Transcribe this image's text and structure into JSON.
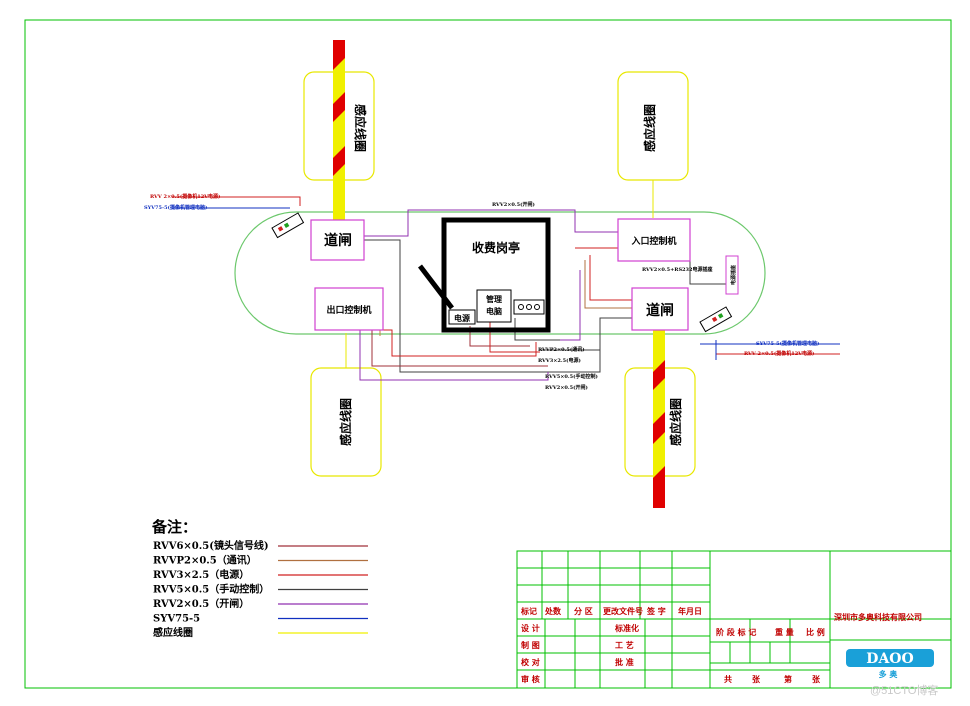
{
  "labels": {
    "barrier_left": "道闸",
    "barrier_right": "道闸",
    "booth": "收费岗亭",
    "entry_controller": "入口控制机",
    "exit_controller": "出口控制机",
    "mgmt_pc_1": "管理",
    "mgmt_pc_2": "电脑",
    "power": "电源",
    "coil": "感应线圈",
    "power_box": "电源插座"
  },
  "wire_labels": {
    "top_open": "RVV2×0.5(开闸)",
    "left_power": "RVV 2×0.5(摄像机12V电源)",
    "left_video": "SYV75-5(摄像机管理电脑)",
    "right_video": "SYV75-5(摄像机管理电脑)",
    "right_power": "RVV 2×0.5(摄像机12V电源)",
    "mid_power": "RVV2×0.5+RS232电源插座",
    "b1": "RVVP2×0.5(通讯)",
    "b2": "RVV3×2.5(电源)",
    "b3": "RVV5×0.5(手动控制)",
    "b4": "RVV2×0.5(开闸)"
  },
  "legend": {
    "title": "备注：",
    "items": [
      {
        "text": "RVV6×0.5(镜头信号线)",
        "color": "#a0303a"
      },
      {
        "text": "RVVP2×0.5（通讯）",
        "color": "#b07040"
      },
      {
        "text": "RVV3×2.5（电源）",
        "color": "#d02020"
      },
      {
        "text": "RVV5×0.5（手动控制）",
        "color": "#404040"
      },
      {
        "text": "RVV2×0.5（开闸）",
        "color": "#9030b0"
      },
      {
        "text": "SYV75-5",
        "color": "#1030c0"
      },
      {
        "text": "感应线圈",
        "color": "#f0f000"
      }
    ]
  },
  "title_block": {
    "row_header": [
      "标记",
      "处数",
      "分 区",
      "更改文件号",
      "签 字",
      "年月日"
    ],
    "r1": [
      "设 计",
      "标准化"
    ],
    "r2": [
      "制 图",
      "工 艺"
    ],
    "r3": [
      "校 对",
      "批 准"
    ],
    "r4": [
      "审 核"
    ],
    "stage": [
      "阶 段 标 记",
      "重 量",
      "比 例"
    ],
    "sheets": [
      "共",
      "张",
      "第",
      "张"
    ],
    "company": "深圳市多奥科技有限公司",
    "logo": "DAOO",
    "logo_cn": "多 奥"
  },
  "watermark": "@51CTO博客",
  "colors": {
    "frame": "#00c000",
    "outline": "#7ad07a",
    "box": "#d040d0",
    "coil": "#f0f000",
    "barrier_red": "#e00000",
    "red_text": "#c00000",
    "blue": "#1030c0"
  }
}
